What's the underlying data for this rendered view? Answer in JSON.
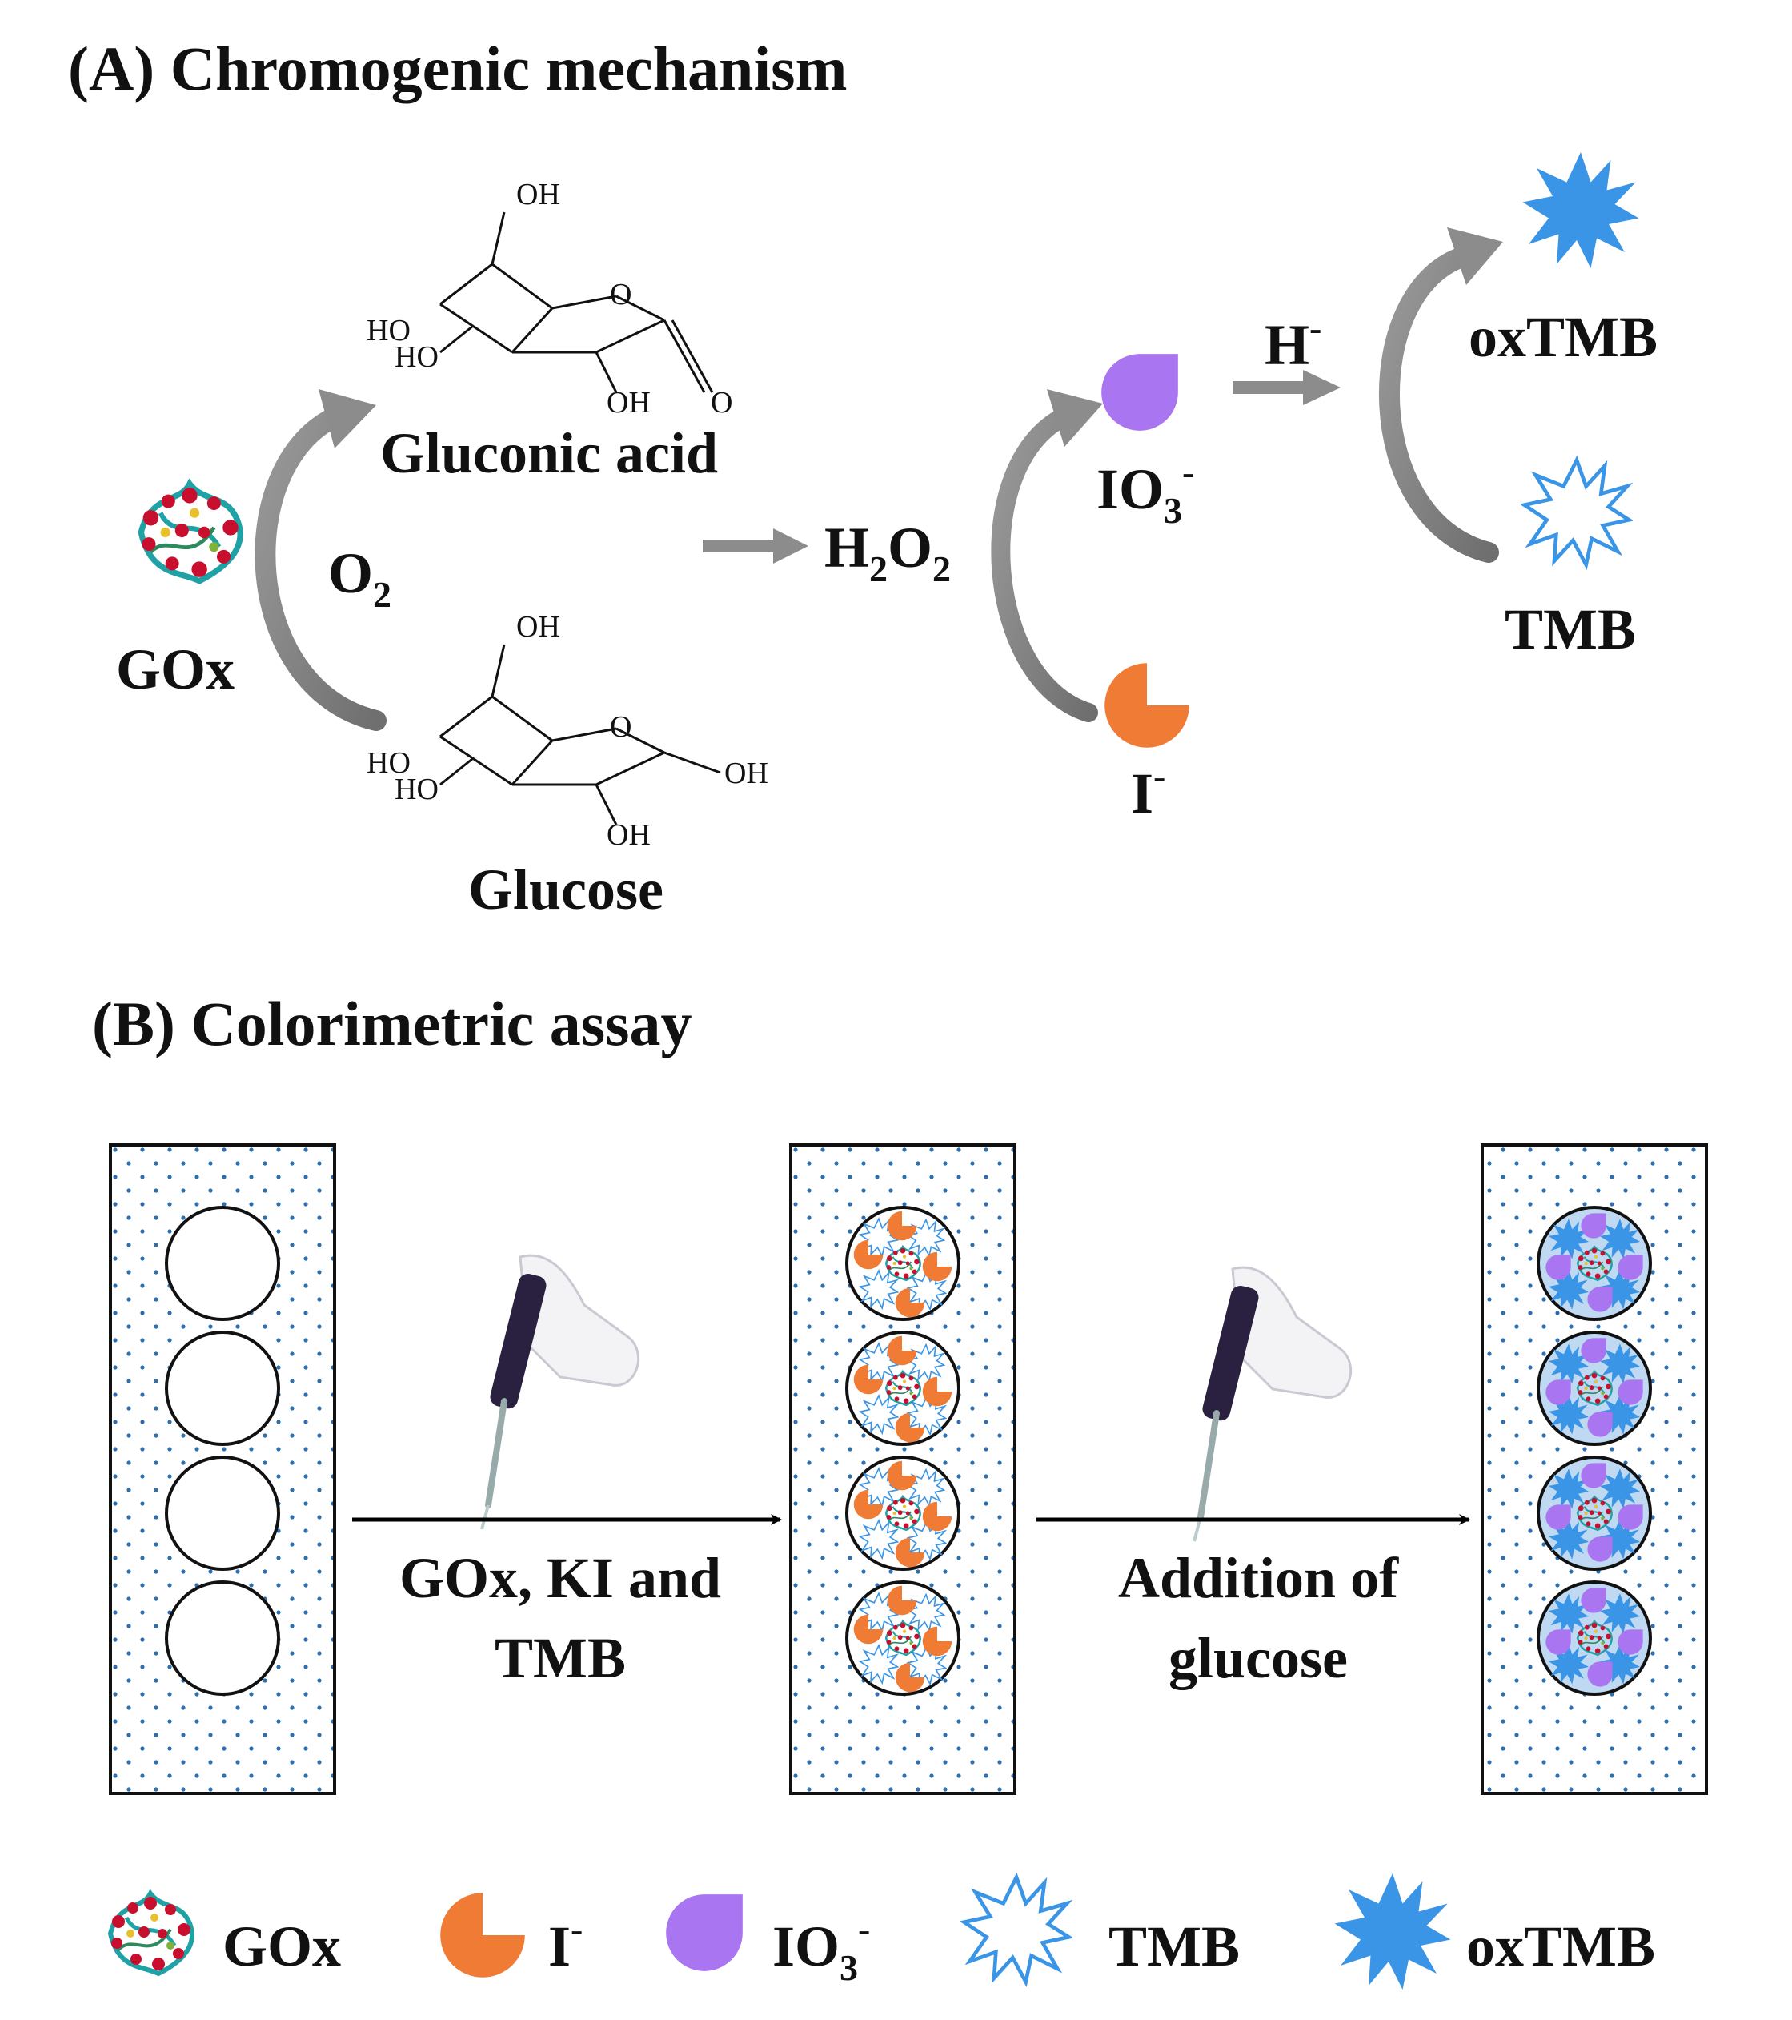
{
  "panel_a": {
    "title": "(A) Chromogenic mechanism",
    "gox_label": "GOx",
    "o2": {
      "base": "O",
      "sub": "2"
    },
    "gluconic_acid_label": "Gluconic acid",
    "glucose_label": "Glucose",
    "h2o2": {
      "h": "H",
      "sub1": "2",
      "o": "O",
      "sub2": "2"
    },
    "io3": {
      "base": "IO",
      "sub": "3",
      "sup": "-"
    },
    "iodide": {
      "base": "I",
      "sup": "-"
    },
    "h_minus": {
      "base": "H",
      "sup": "-"
    },
    "oxtmb_label": "oxTMB",
    "tmb_label": "TMB",
    "structure_labels": {
      "oh": "OH",
      "ho": "HO",
      "o": "O"
    }
  },
  "panel_b": {
    "title": "(B) Colorimetric assay",
    "step1_line1": "GOx, KI and",
    "step1_line2": "TMB",
    "step2_line1": "Addition of",
    "step2_line2": "glucose"
  },
  "legend": {
    "gox": "GOx",
    "iodide": {
      "base": "I",
      "sup": "-"
    },
    "io3": {
      "base": "IO",
      "sub": "3",
      "sup": "-"
    },
    "tmb": "TMB",
    "oxtmb": "oxTMB"
  },
  "colors": {
    "iodide": "#F07B35",
    "iodate": "#A975F0",
    "oxtmb": "#3A95E6",
    "tmb_outline": "#3A95E6",
    "arrow_gray": "#8C8C8C",
    "strip_dots": "#2E6FB0",
    "gox_red": "#C8102E",
    "gox_teal": "#1FA2A6",
    "well_fill_final": "#BFD9F2"
  }
}
